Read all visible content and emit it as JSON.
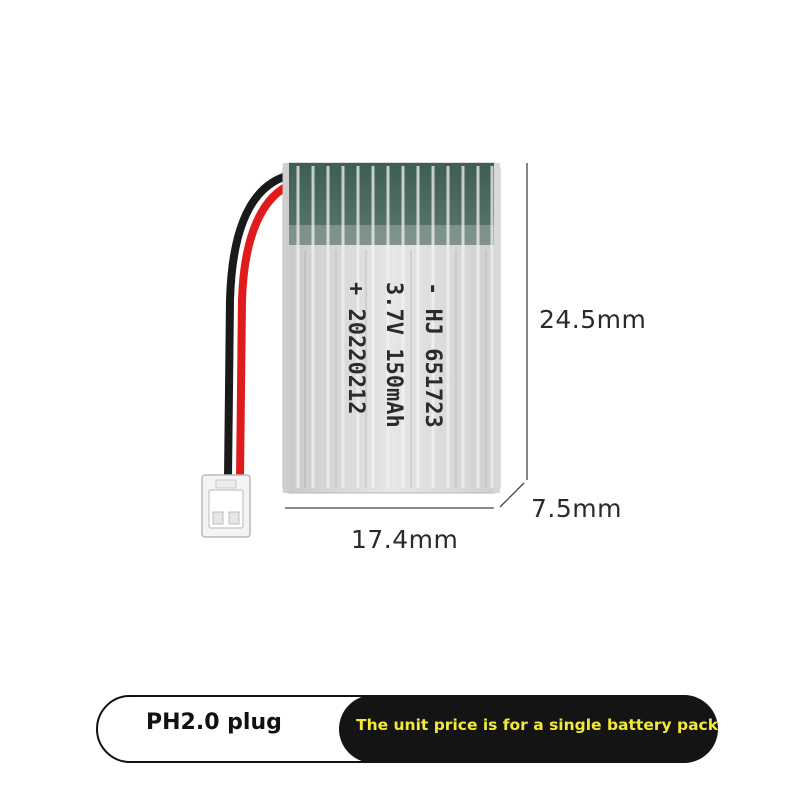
{
  "product_image": {
    "battery_print": {
      "model_line": "- HJ 651723",
      "spec_line": "3.7V 150mAh",
      "date_line": "+ 20220212"
    }
  },
  "dimensions": {
    "height": "24.5mm",
    "depth": "7.5mm",
    "width": "17.4mm"
  },
  "footer": {
    "plug_label": "PH2.0 plug",
    "price_note": "The unit price is for a single battery pack"
  },
  "colors": {
    "label_background": "#141414",
    "label_text": "#f2e93a",
    "battery_silver": "#d6d6d6",
    "battery_green_band": "#4f6d61",
    "wire_red": "#e01b1b",
    "wire_black": "#1a1a1a"
  },
  "icons": [
    "battery-pack-image",
    "dimension-line",
    "connector-plug-image"
  ]
}
